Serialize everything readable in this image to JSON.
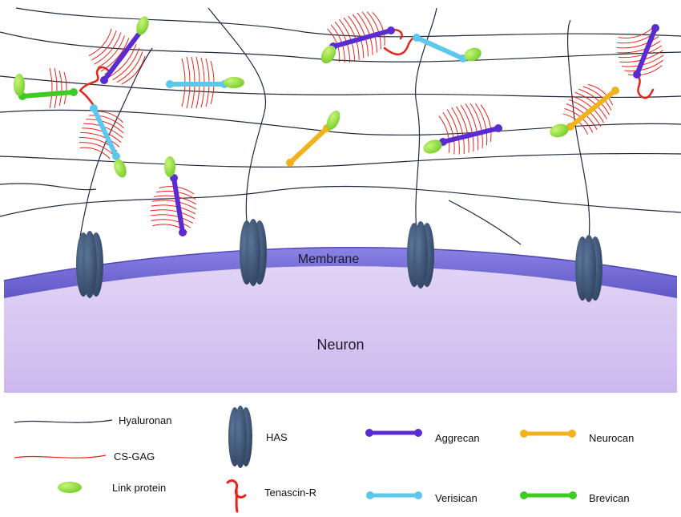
{
  "diagram": {
    "labels": {
      "membrane": "Membrane",
      "neuron": "Neuron"
    },
    "legend": {
      "hyaluronan": "Hyaluronan",
      "cs_gag": "CS-GAG",
      "link_protein": "Link protein",
      "has": "HAS",
      "tenascin_r": "Tenascin-R",
      "aggrecan": "Aggrecan",
      "verisican": "Verisican",
      "neurocan": "Neurocan",
      "brevican": "Brevican"
    },
    "colors": {
      "hyaluronan": "#1f2a3d",
      "cs_gag": "#e8231c",
      "link_protein": "#8fdc2b",
      "has": "#3d5476",
      "tenascin_r": "#e8231c",
      "aggrecan": "#5a2bd0",
      "verisican": "#5cc8ee",
      "neurocan": "#f2b21d",
      "brevican": "#3ecb24",
      "membrane": "#6f68d6",
      "neuron": "#d8c8f2"
    }
  }
}
